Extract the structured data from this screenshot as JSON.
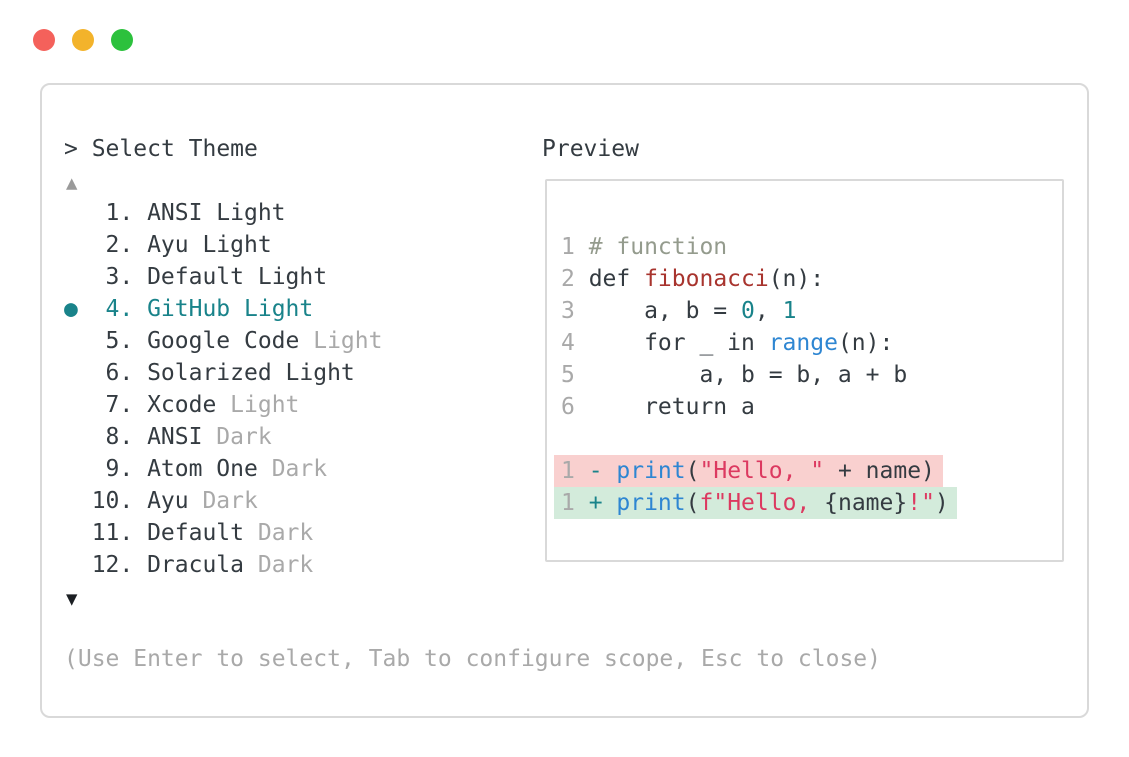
{
  "window": {
    "controls": [
      {
        "name": "close",
        "color": "#f4615b"
      },
      {
        "name": "minimize",
        "color": "#f3b32b"
      },
      {
        "name": "maximize",
        "color": "#2cc13d"
      }
    ]
  },
  "prompt": {
    "caret": ">",
    "label": "Select Theme"
  },
  "theme_list": {
    "scroll_up": "▲",
    "scroll_down": "▼",
    "selected_bullet": "●",
    "items": [
      {
        "number": "1.",
        "name": "ANSI",
        "variant": "Light",
        "variant_muted": false,
        "selected": false
      },
      {
        "number": "2.",
        "name": "Ayu",
        "variant": "Light",
        "variant_muted": false,
        "selected": false
      },
      {
        "number": "3.",
        "name": "Default",
        "variant": "Light",
        "variant_muted": false,
        "selected": false
      },
      {
        "number": "4.",
        "name": "GitHub",
        "variant": "Light",
        "variant_muted": false,
        "selected": true
      },
      {
        "number": "5.",
        "name": "Google Code",
        "variant": "Light",
        "variant_muted": true,
        "selected": false
      },
      {
        "number": "6.",
        "name": "Solarized",
        "variant": "Light",
        "variant_muted": false,
        "selected": false
      },
      {
        "number": "7.",
        "name": "Xcode",
        "variant": "Light",
        "variant_muted": true,
        "selected": false
      },
      {
        "number": "8.",
        "name": "ANSI",
        "variant": "Dark",
        "variant_muted": true,
        "selected": false
      },
      {
        "number": "9.",
        "name": "Atom One",
        "variant": "Dark",
        "variant_muted": true,
        "selected": false
      },
      {
        "number": "10.",
        "name": "Ayu",
        "variant": "Dark",
        "variant_muted": true,
        "selected": false
      },
      {
        "number": "11.",
        "name": "Default",
        "variant": "Dark",
        "variant_muted": true,
        "selected": false
      },
      {
        "number": "12.",
        "name": "Dracula",
        "variant": "Dark",
        "variant_muted": true,
        "selected": false
      }
    ]
  },
  "preview": {
    "label": "Preview",
    "code_lines": [
      {
        "num": "1",
        "bg": "none",
        "segments": [
          {
            "c": "comment",
            "t": "# function"
          }
        ]
      },
      {
        "num": "2",
        "bg": "none",
        "segments": [
          {
            "c": "text",
            "t": "def "
          },
          {
            "c": "func",
            "t": "fibonacci"
          },
          {
            "c": "text",
            "t": "(n):"
          }
        ]
      },
      {
        "num": "3",
        "bg": "none",
        "segments": [
          {
            "c": "text",
            "t": "    a, b = "
          },
          {
            "c": "number",
            "t": "0"
          },
          {
            "c": "text",
            "t": ", "
          },
          {
            "c": "number",
            "t": "1"
          }
        ]
      },
      {
        "num": "4",
        "bg": "none",
        "segments": [
          {
            "c": "text",
            "t": "    for _ in "
          },
          {
            "c": "call",
            "t": "range"
          },
          {
            "c": "text",
            "t": "(n):"
          }
        ]
      },
      {
        "num": "5",
        "bg": "none",
        "segments": [
          {
            "c": "text",
            "t": "        a, b = b, a + b"
          }
        ]
      },
      {
        "num": "6",
        "bg": "none",
        "segments": [
          {
            "c": "text",
            "t": "    return a"
          }
        ]
      },
      {
        "num": "",
        "bg": "none",
        "segments": []
      },
      {
        "num": "1",
        "bg": "removed",
        "segments": [
          {
            "c": "sign",
            "t": "- "
          },
          {
            "c": "call",
            "t": "print"
          },
          {
            "c": "text",
            "t": "("
          },
          {
            "c": "string",
            "t": "\"Hello, \""
          },
          {
            "c": "text",
            "t": " + name)"
          }
        ]
      },
      {
        "num": "1",
        "bg": "added",
        "segments": [
          {
            "c": "sign",
            "t": "+ "
          },
          {
            "c": "call",
            "t": "print"
          },
          {
            "c": "text",
            "t": "("
          },
          {
            "c": "string",
            "t": "f\"Hello, "
          },
          {
            "c": "text",
            "t": "{name}"
          },
          {
            "c": "string",
            "t": "!\""
          },
          {
            "c": "text",
            "t": ")"
          }
        ]
      }
    ]
  },
  "help": {
    "text": "(Use Enter to select, Tab to configure scope, Esc to close)"
  },
  "colors": {
    "text": "#343b41",
    "muted": "#a9a9a9",
    "comment": "#949b8d",
    "teal": "#19838a",
    "blue": "#2e86d2",
    "red_function": "#a8342e",
    "string": "#dc3960",
    "diff_removed_bg": "#f9d0cf",
    "diff_added_bg": "#d3ebdb",
    "border": "#d9d9d9",
    "arrow_up": "#9a9a9a",
    "arrow_down": "#1b1f23"
  }
}
